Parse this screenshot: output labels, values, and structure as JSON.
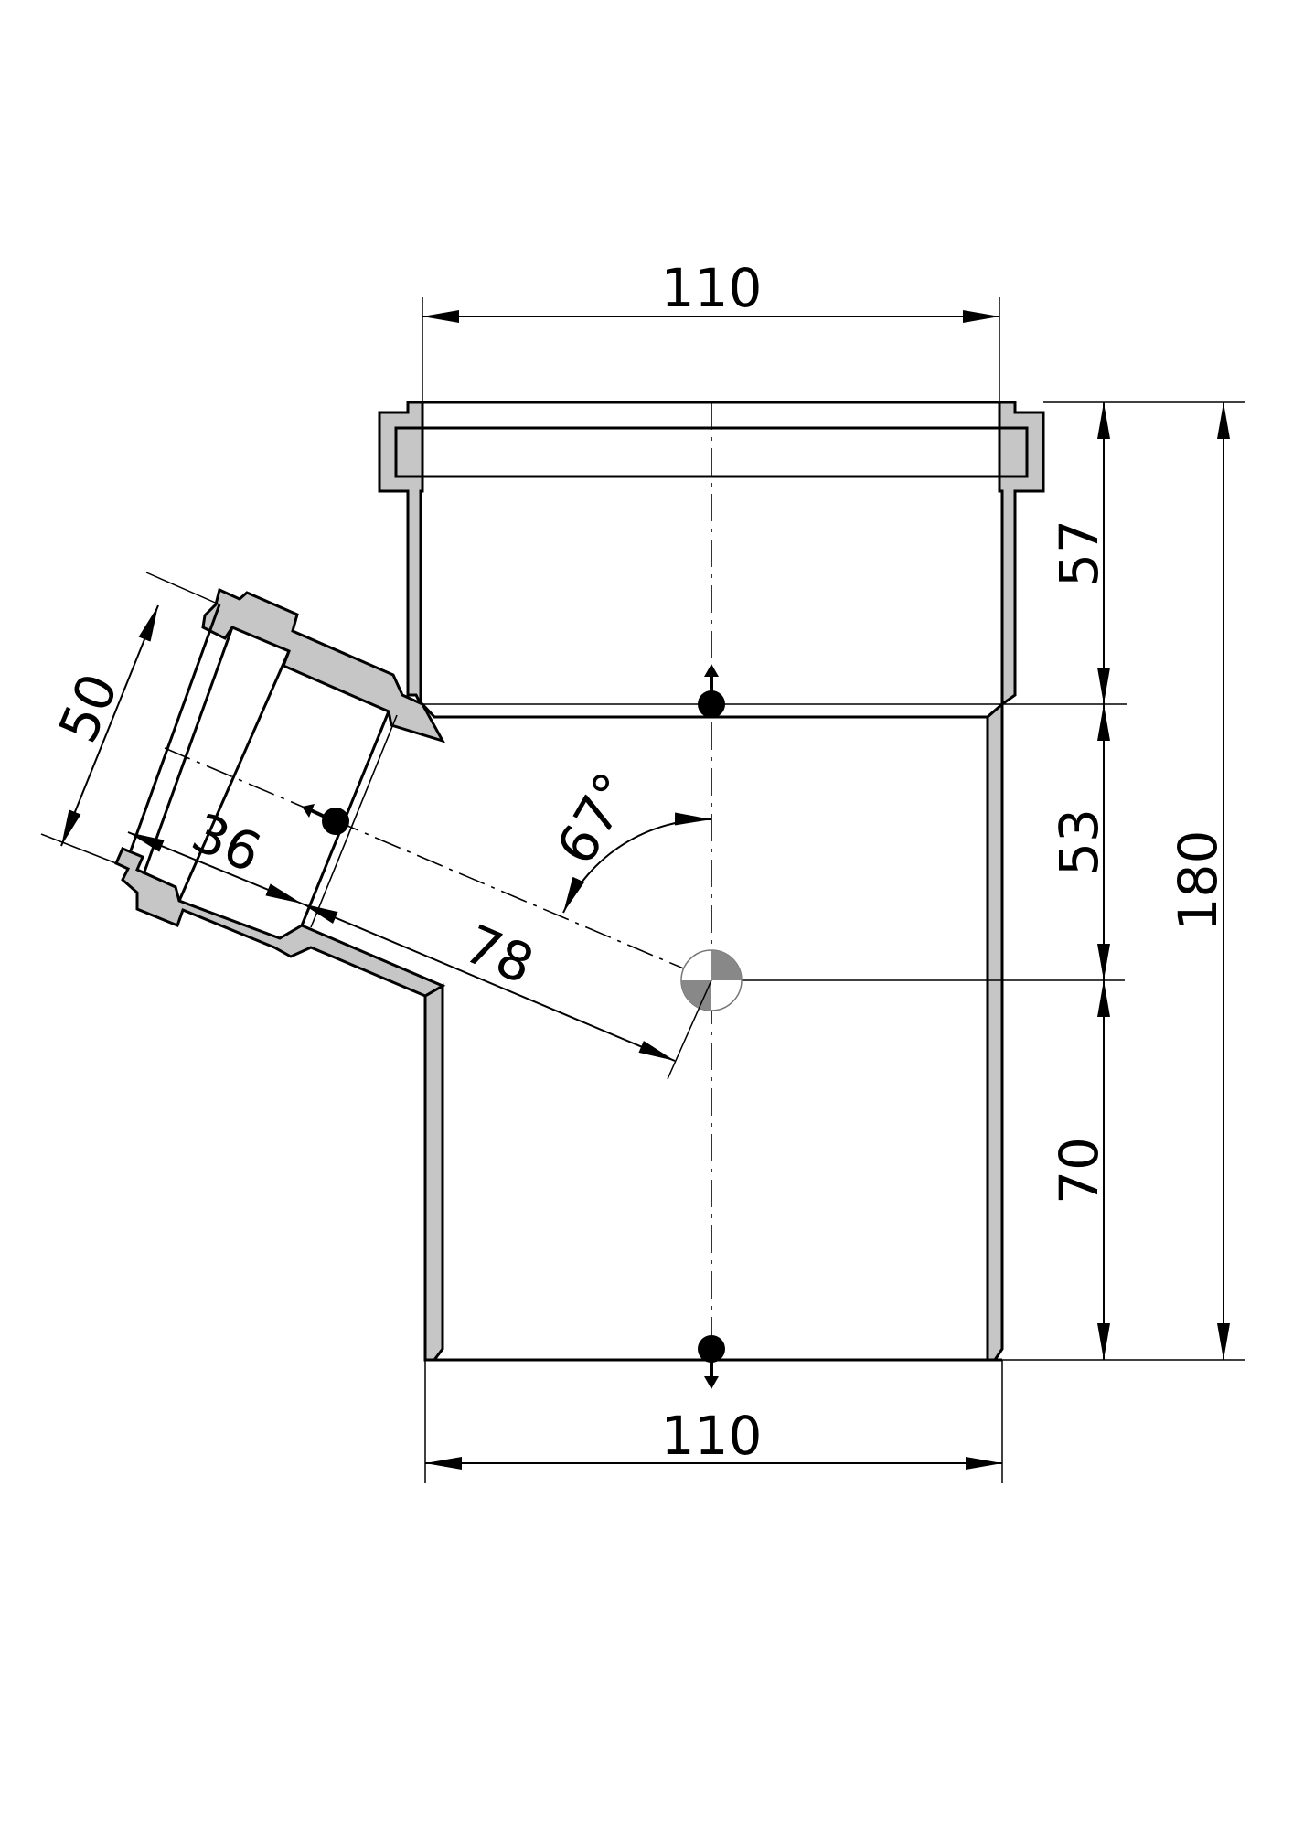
{
  "dimensions": {
    "top_diameter": "110",
    "bottom_diameter": "110",
    "socket_depth": "57",
    "socket_to_center": "53",
    "center_to_bottom": "70",
    "overall_length": "180",
    "branch_diameter": "50",
    "branch_socket_depth": "36",
    "branch_to_center": "78",
    "branch_angle": "67°"
  },
  "colors": {
    "wall_fill": "#c6c6c6",
    "line": "#000000",
    "background": "#ffffff"
  }
}
